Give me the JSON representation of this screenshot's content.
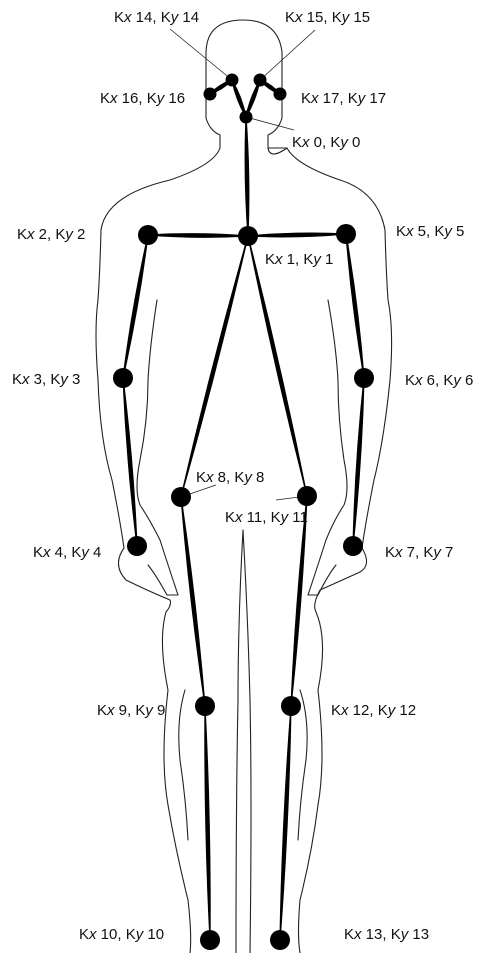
{
  "colors": {
    "ink": "#000000",
    "outline": "#222222",
    "background": "#ffffff"
  },
  "keypoints": [
    {
      "id": 0,
      "prefix": "K",
      "x_var": "x",
      "sep": " 0, K",
      "y_var": "y",
      "suffix": " 0"
    },
    {
      "id": 1,
      "prefix": "K",
      "x_var": "x",
      "sep": " 1, K",
      "y_var": "y",
      "suffix": " 1"
    },
    {
      "id": 2,
      "prefix": "K",
      "x_var": "x",
      "sep": " 2, K",
      "y_var": "y",
      "suffix": " 2"
    },
    {
      "id": 3,
      "prefix": "K",
      "x_var": "x",
      "sep": " 3, K",
      "y_var": "y",
      "suffix": " 3"
    },
    {
      "id": 4,
      "prefix": "K",
      "x_var": "x",
      "sep": " 4, K",
      "y_var": "y",
      "suffix": " 4"
    },
    {
      "id": 5,
      "prefix": "K",
      "x_var": "x",
      "sep": " 5, K",
      "y_var": "y",
      "suffix": " 5"
    },
    {
      "id": 6,
      "prefix": "K",
      "x_var": "x",
      "sep": " 6, K",
      "y_var": "y",
      "suffix": " 6"
    },
    {
      "id": 7,
      "prefix": "K",
      "x_var": "x",
      "sep": " 7, K",
      "y_var": "y",
      "suffix": " 7"
    },
    {
      "id": 8,
      "prefix": "K",
      "x_var": "x",
      "sep": " 8, K",
      "y_var": "y",
      "suffix": " 8"
    },
    {
      "id": 9,
      "prefix": "K",
      "x_var": "x",
      "sep": " 9, K",
      "y_var": "y",
      "suffix": " 9"
    },
    {
      "id": 10,
      "prefix": "K",
      "x_var": "x",
      "sep": " 10, K",
      "y_var": "y",
      "suffix": " 10"
    },
    {
      "id": 11,
      "prefix": "K",
      "x_var": "x",
      "sep": " 11, K",
      "y_var": "y",
      "suffix": " 11"
    },
    {
      "id": 12,
      "prefix": "K",
      "x_var": "x",
      "sep": " 12, K",
      "y_var": "y",
      "suffix": " 12"
    },
    {
      "id": 13,
      "prefix": "K",
      "x_var": "x",
      "sep": " 13, K",
      "y_var": "y",
      "suffix": " 13"
    },
    {
      "id": 14,
      "prefix": "K",
      "x_var": "x",
      "sep": " 14, K",
      "y_var": "y",
      "suffix": " 14"
    },
    {
      "id": 15,
      "prefix": "K",
      "x_var": "x",
      "sep": " 15, K",
      "y_var": "y",
      "suffix": " 15"
    },
    {
      "id": 16,
      "prefix": "K",
      "x_var": "x",
      "sep": " 16, K",
      "y_var": "y",
      "suffix": " 16"
    },
    {
      "id": 17,
      "prefix": "K",
      "x_var": "x",
      "sep": " 17, K",
      "y_var": "y",
      "suffix": " 17"
    }
  ],
  "bones": [
    [
      0,
      1
    ],
    [
      1,
      2
    ],
    [
      2,
      3
    ],
    [
      3,
      4
    ],
    [
      1,
      5
    ],
    [
      5,
      6
    ],
    [
      6,
      7
    ],
    [
      1,
      8
    ],
    [
      8,
      9
    ],
    [
      9,
      10
    ],
    [
      1,
      11
    ],
    [
      11,
      12
    ],
    [
      12,
      13
    ],
    [
      0,
      14
    ],
    [
      14,
      16
    ],
    [
      0,
      15
    ],
    [
      15,
      17
    ]
  ]
}
